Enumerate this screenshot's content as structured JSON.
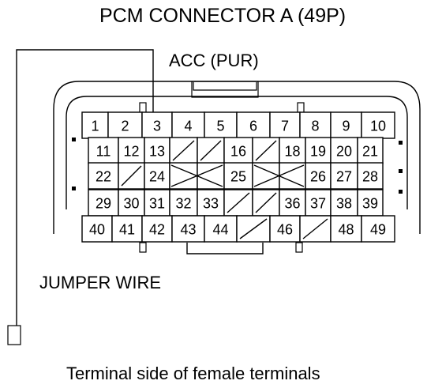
{
  "title": "PCM CONNECTOR A (49P)",
  "acc_label": "ACC (PUR)",
  "jumper_label": "JUMPER WIRE",
  "caption": "Terminal side of female terminals",
  "rows": [
    [
      "1",
      "2",
      "3",
      "4",
      "5",
      "6",
      "7",
      "8",
      "9",
      "10"
    ],
    [
      "11",
      "12",
      "13",
      "",
      "",
      "16",
      "",
      "18",
      "19",
      "20",
      "21"
    ],
    [
      "22",
      "",
      "24",
      "",
      "",
      "25",
      "",
      "",
      "26",
      "27",
      "28"
    ],
    [
      "29",
      "30",
      "31",
      "32",
      "33",
      "",
      "",
      "36",
      "37",
      "38",
      "39"
    ],
    [
      "40",
      "41",
      "42",
      "43",
      "44",
      "",
      "46",
      "",
      "48",
      "49"
    ]
  ]
}
